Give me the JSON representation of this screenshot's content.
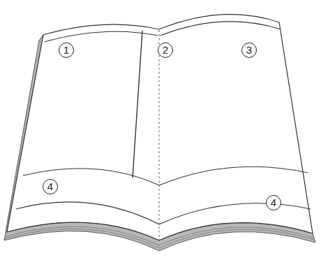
{
  "diagram": {
    "labels": [
      "1",
      "2",
      "3",
      "4",
      "4"
    ]
  }
}
